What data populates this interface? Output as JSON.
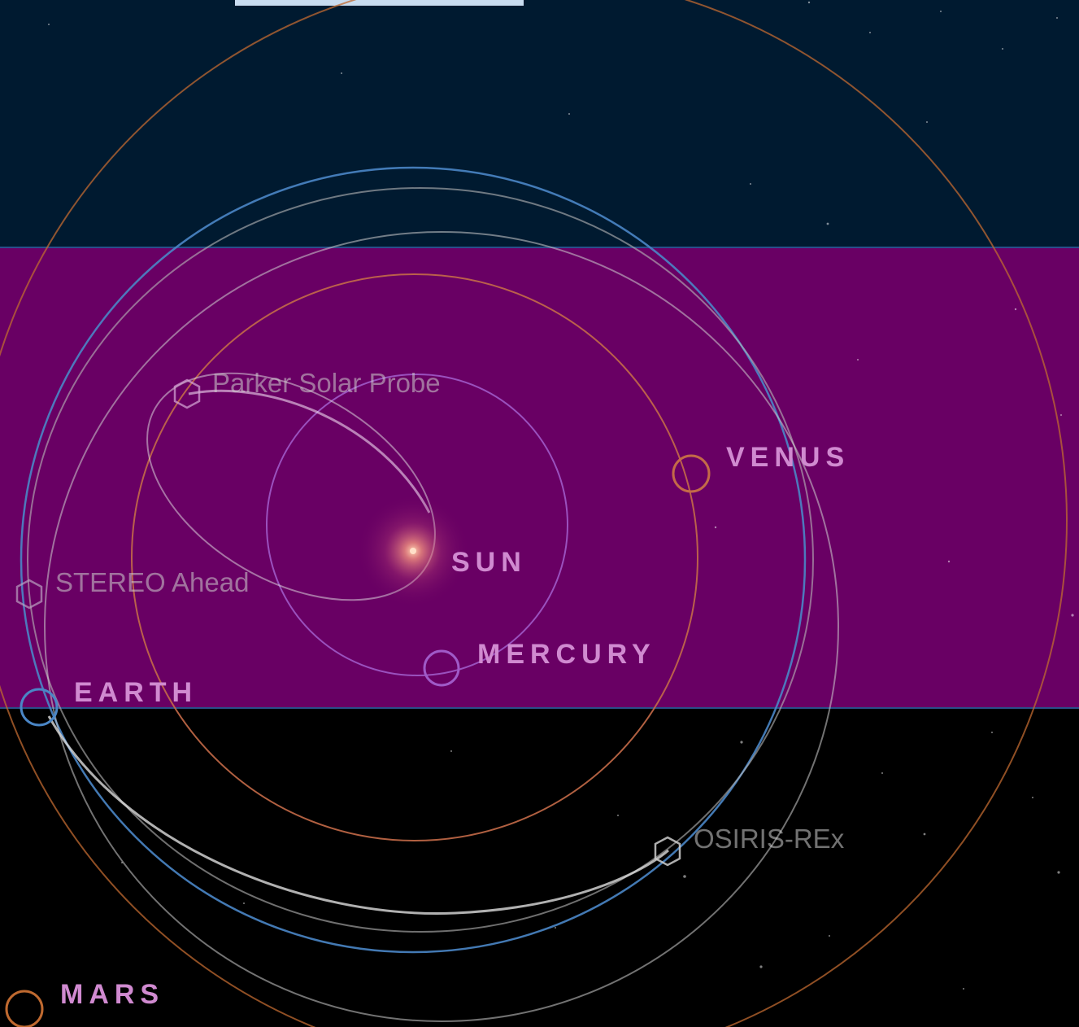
{
  "loading": {
    "progress": 1.0
  },
  "colors": {
    "top_band": "#001a30",
    "highlight_band": "#690064",
    "bottom_band": "#000000",
    "planet_label": "#d08ad0",
    "spacecraft_label": "#cfcfcf",
    "earth_orbit": "#4a86c6",
    "venus_orbit": "#c46a48",
    "mercury_orbit": "#a05ac8",
    "mars_orbit": "#c06a30",
    "parker_orbit": "#e6e6e6",
    "osiris_orbit": "#cfcfcf"
  },
  "bodies": {
    "sun": {
      "label": "SUN",
      "icon": "sun-glow"
    },
    "mercury": {
      "label": "MERCURY",
      "icon": "planet-ring-icon"
    },
    "venus": {
      "label": "VENUS",
      "icon": "planet-ring-icon"
    },
    "earth": {
      "label": "EARTH",
      "icon": "planet-ring-icon"
    },
    "mars": {
      "label": "MARS",
      "icon": "planet-ring-icon"
    }
  },
  "spacecraft": {
    "parker": {
      "label": "Parker Solar Probe",
      "icon": "hexagon-icon"
    },
    "stereo": {
      "label": "STEREO Ahead",
      "icon": "hexagon-icon"
    },
    "osiris": {
      "label": "OSIRIS-REx",
      "icon": "hexagon-icon"
    }
  }
}
